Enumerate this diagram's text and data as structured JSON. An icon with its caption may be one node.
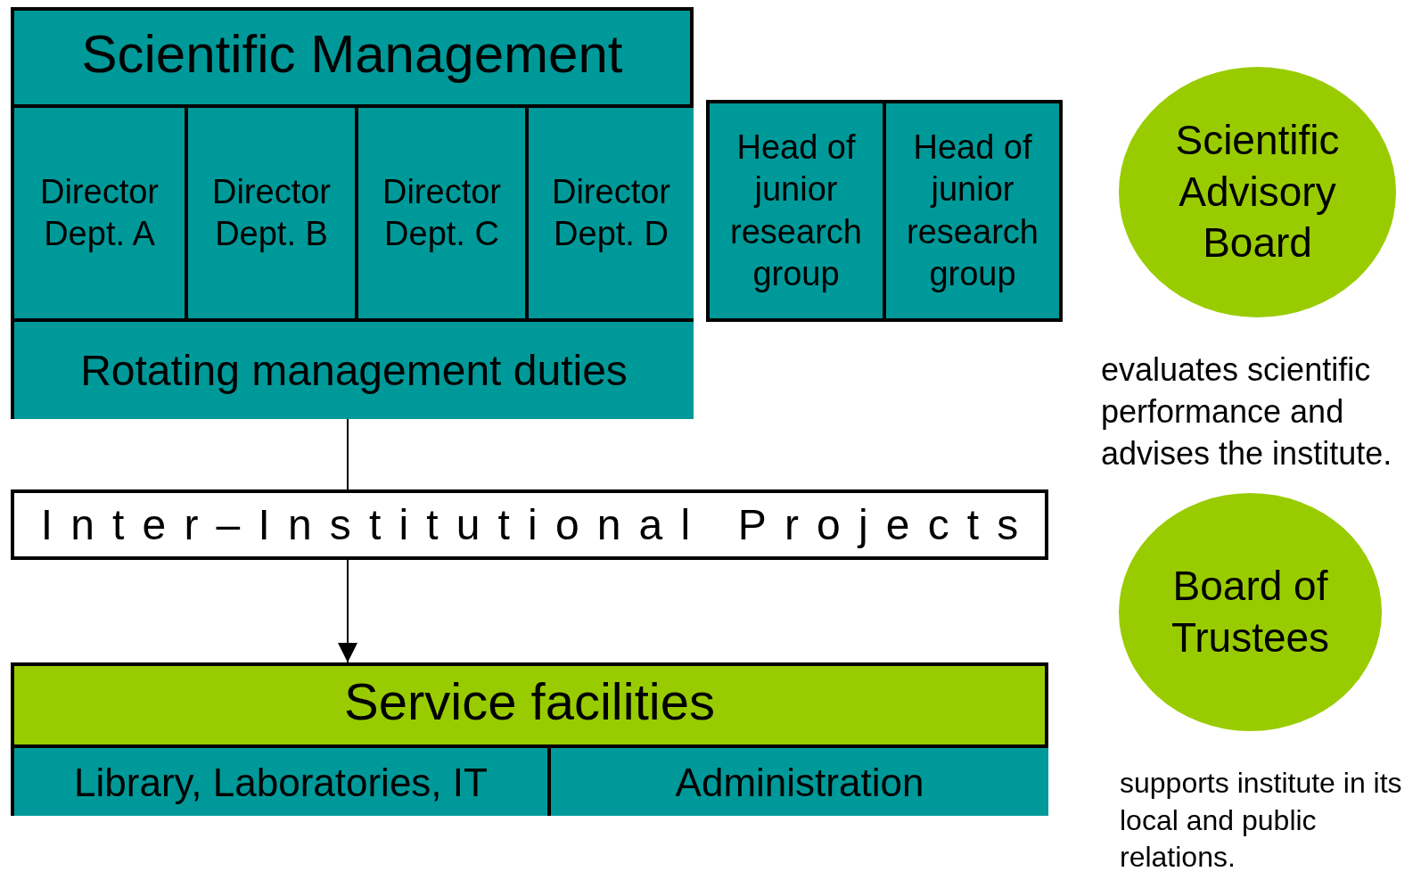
{
  "diagram": {
    "nodes": [
      {
        "text": [
          "Scientific Management"
        ]
      },
      {
        "text": [
          "Director Dept. A"
        ],
        "in": 0
      },
      {
        "text": [
          "Director Dept. B"
        ],
        "in": 0
      },
      {
        "text": [
          "Director Dept. C"
        ],
        "in": 0
      },
      {
        "text": [
          "Director Dept. D"
        ],
        "in": 0
      },
      {
        "text": [
          "Rotating management duties"
        ],
        "in": 0
      },
      {
        "text": [
          "Head of junior research group"
        ]
      },
      {
        "text": [
          "Head of junior research group"
        ]
      },
      {
        "text": [
          "Scientific Advisory Board"
        ],
        "beside": [
          "evaluates scientific performance and advises the institute."
        ]
      },
      {
        "text": [
          "Inter–Institutional Projects"
        ]
      },
      {
        "text": [
          "Service facilities"
        ]
      },
      {
        "text": [
          "Library, Laboratories, IT"
        ],
        "in": 10
      },
      {
        "text": [
          "Administration"
        ],
        "in": 10
      },
      {
        "text": [
          "Board of Trustees"
        ],
        "beside": [
          "supports institute in its local and public relations."
        ]
      }
    ],
    "edges": [
      {
        "from": 5,
        "to": 9,
        "arrow": "none"
      },
      {
        "from": 9,
        "to": 10,
        "arrow": "to"
      }
    ]
  }
}
